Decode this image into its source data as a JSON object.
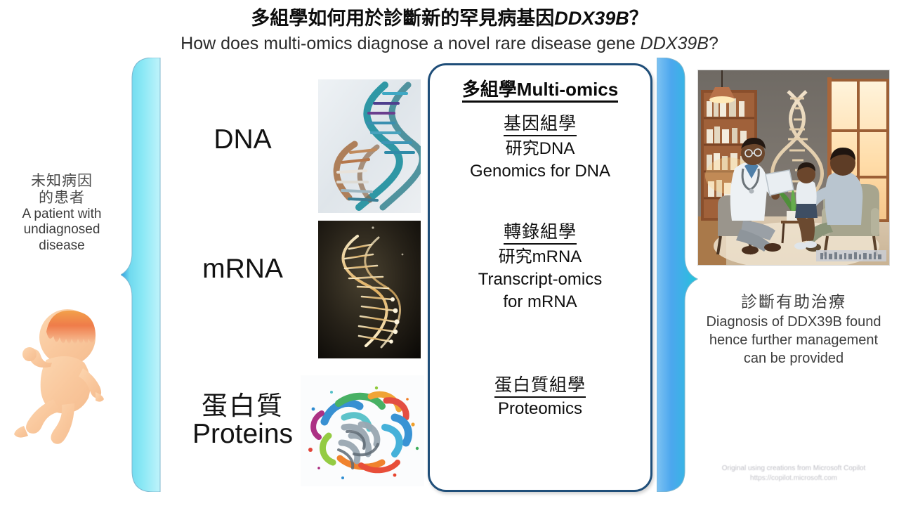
{
  "slide": {
    "title_zh_prefix": "多組學如何用於診斷新的罕見病基因",
    "title_zh_gene": "DDX39B",
    "title_zh_suffix": "？",
    "title_en_prefix": "How does multi-omics  diagnose  a novel rare disease gene ",
    "title_en_gene": "DDX39B",
    "title_en_suffix": "?"
  },
  "patient": {
    "zh_line1": "未知病因",
    "zh_line2": "的患者",
    "en_line1": "A patient with",
    "en_line2": "undiagnosed",
    "en_line3": "disease",
    "figure_name": "crawling-baby-illustration"
  },
  "molecules": [
    {
      "id": "dna",
      "label_en": "DNA",
      "label_zh": "",
      "image_name": "dna-double-helix-photo"
    },
    {
      "id": "mrna",
      "label_en": "mRNA",
      "label_zh": "",
      "image_name": "mrna-golden-helix-photo"
    },
    {
      "id": "proteins",
      "label_en": "Proteins",
      "label_zh": "蛋白質",
      "image_name": "protein-ribbon-structure-photo"
    }
  ],
  "omics": {
    "header_zh": "多組學",
    "header_en": "Multi-omics",
    "sections": [
      {
        "id": "genomics",
        "heading_zh": "基因組學",
        "sub_zh": "研究DNA",
        "label_en": "Genomics for DNA"
      },
      {
        "id": "transcriptomics",
        "heading_zh": "轉錄組學",
        "sub_zh": "研究mRNA",
        "label_en_line1": "Transcript-omics",
        "label_en_line2": "for mRNA"
      },
      {
        "id": "proteomics",
        "heading_zh": "蛋白質組學",
        "sub_zh": "",
        "label_en": "Proteomics"
      }
    ]
  },
  "diagnosis": {
    "zh": "診斷有助治療",
    "en_line1": "Diagnosis of DDX39B found",
    "en_line2": "hence further  management",
    "en_line3": "can be provided",
    "image_name": "doctor-consultation-illustration"
  },
  "credit": {
    "line1": "Original using creations from Microsoft Copilot",
    "line2": "https://copilot.microsoft.com"
  },
  "colors": {
    "brace_left_start": "#8ae8f5",
    "brace_left_end": "#2f9ee0",
    "brace_right_start": "#4ca7ee",
    "brace_right_end": "#1ec8d8",
    "omics_border": "#1f4e79",
    "title_text": "#0d0d0d",
    "body_text": "#3b3b3b"
  }
}
